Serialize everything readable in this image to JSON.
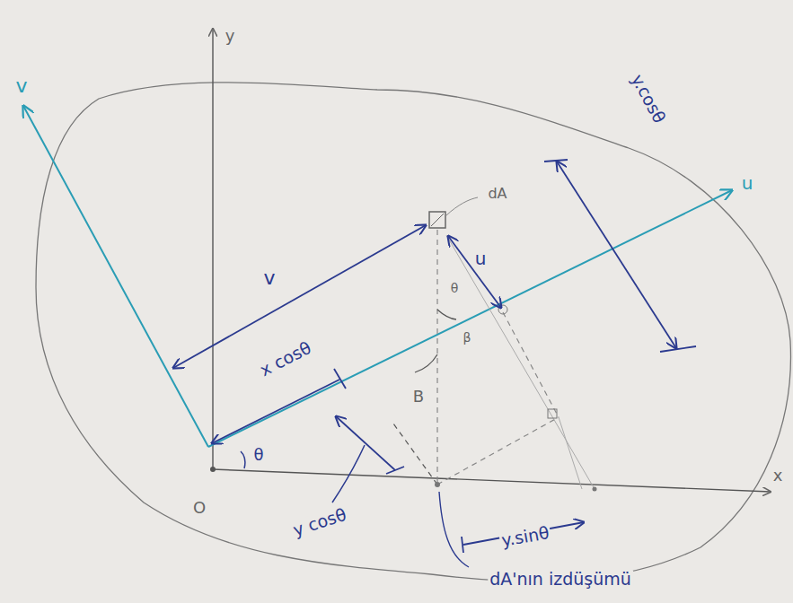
{
  "diagram": {
    "labels": [
      "y",
      "x",
      "v",
      "u",
      "dA",
      "v",
      "u",
      "x cosθ",
      "y cosθ",
      "y.sinθ",
      "y.cosθ",
      "θ",
      "O",
      "θ",
      "β",
      "B",
      "dA'nın izdüşümü"
    ]
  }
}
